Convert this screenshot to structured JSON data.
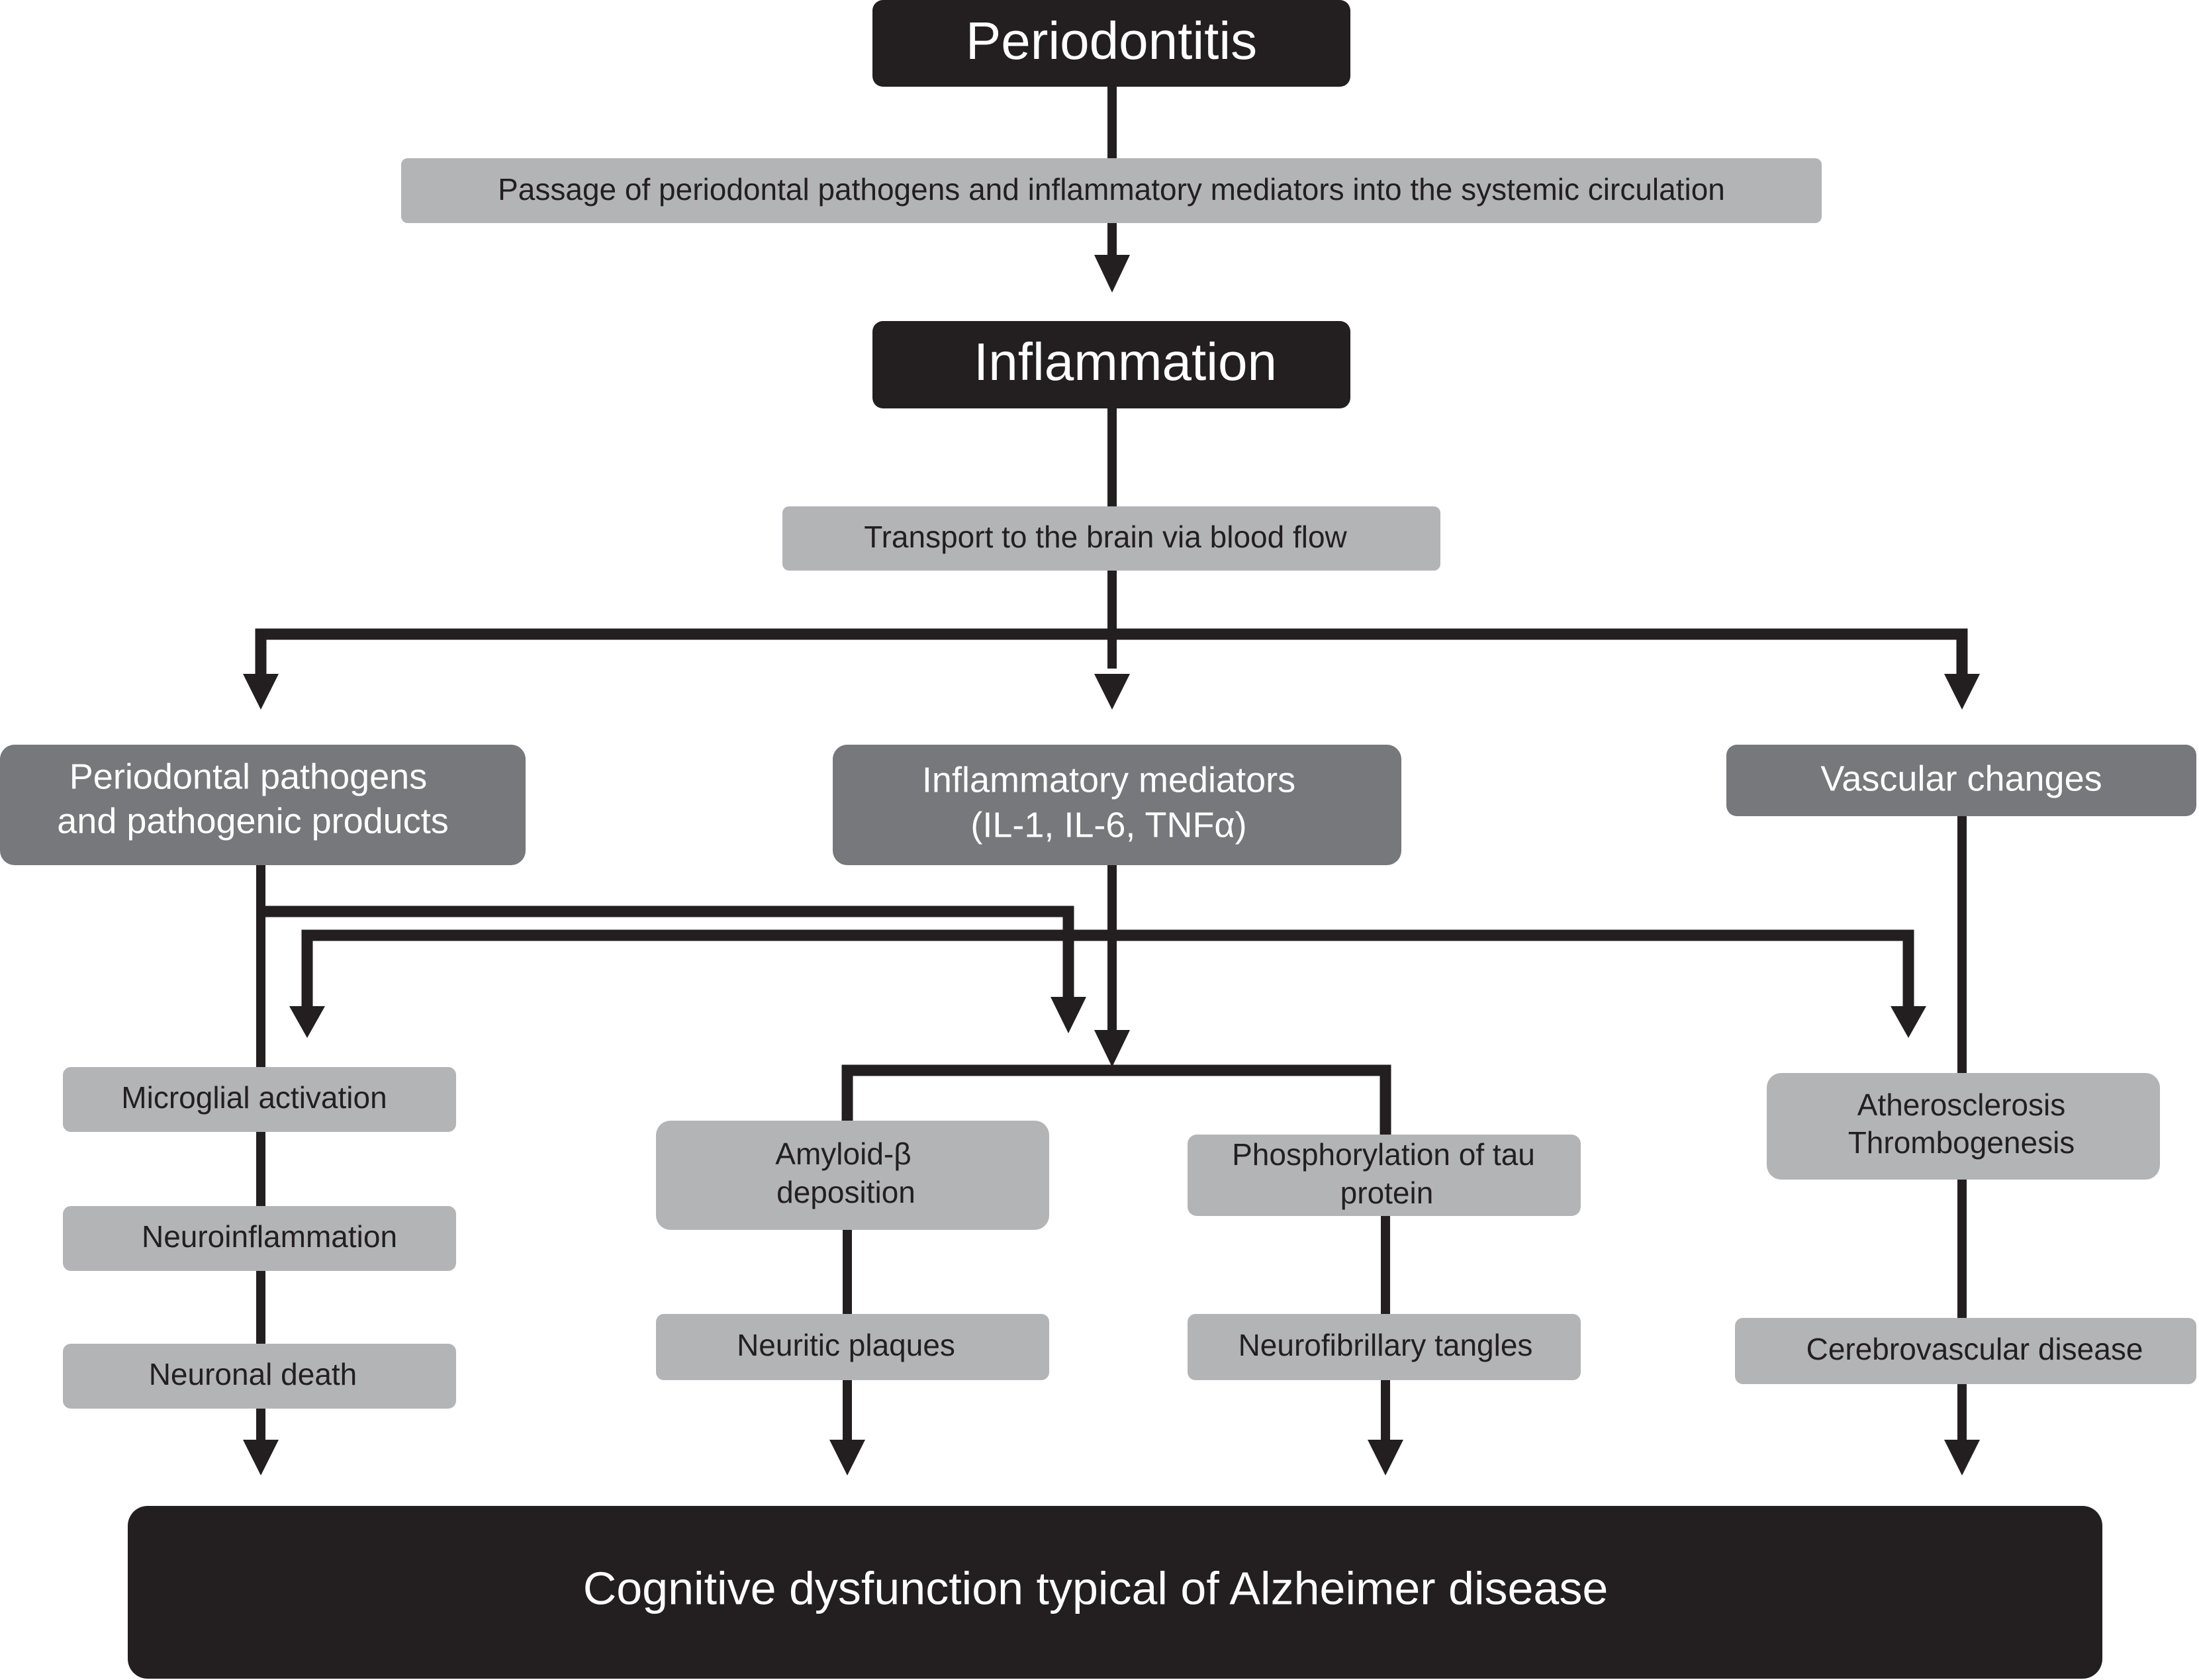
{
  "diagram": {
    "title": "Periodontitis to Alzheimer disease pathway",
    "colors": {
      "black_box": "#231f20",
      "dark_box": "#77787b",
      "light_box": "#b3b4b6",
      "arrow": "#231f20",
      "white_text": "#ffffff",
      "dark_text": "#231f20"
    },
    "nodes": {
      "periodontitis": "Periodontitis",
      "passage": "Passage of periodontal pathogens and inflammatory mediators into the systemic circulation",
      "inflammation": "Inflammation",
      "transport": "Transport to the brain via blood flow",
      "pathogens": {
        "line1": "Periodontal pathogens",
        "line2": "and pathogenic products"
      },
      "mediators": {
        "line1": "Inflammatory mediators",
        "line2": "(IL-1, IL-6, TNFα)"
      },
      "vascular": "Vascular changes",
      "microglial": "Microglial activation",
      "neuroinflammation": "Neuroinflammation",
      "neuronal_death": "Neuronal death",
      "amyloid": {
        "line1": "Amyloid-β",
        "line2": "deposition"
      },
      "neuritic": "Neuritic plaques",
      "tau": {
        "line1": "Phosphorylation of tau",
        "line2": "protein"
      },
      "tangles": "Neurofibrillary tangles",
      "athero": {
        "line1": "Atherosclerosis",
        "line2": "Thrombogenesis"
      },
      "cerebrovascular": "Cerebrovascular disease",
      "outcome": "Cognitive dysfunction typical of Alzheimer disease"
    },
    "edges": [
      {
        "from": "Periodontitis",
        "to": "Inflammation",
        "via": "Passage of periodontal pathogens and inflammatory mediators into the systemic circulation"
      },
      {
        "from": "Inflammation",
        "to": "Periodontal pathogens and pathogenic products",
        "via": "Transport to the brain via blood flow"
      },
      {
        "from": "Inflammation",
        "to": "Inflammatory mediators (IL-1, IL-6, TNFα)",
        "via": "Transport to the brain via blood flow"
      },
      {
        "from": "Inflammation",
        "to": "Vascular changes",
        "via": "Transport to the brain via blood flow"
      },
      {
        "from": "Periodontal pathogens and pathogenic products",
        "to": "Microglial activation"
      },
      {
        "from": "Periodontal pathogens and pathogenic products",
        "to": "Amyloid-β deposition / Phosphorylation of tau protein"
      },
      {
        "from": "Inflammatory mediators (IL-1, IL-6, TNFα)",
        "to": "Microglial activation"
      },
      {
        "from": "Inflammatory mediators (IL-1, IL-6, TNFα)",
        "to": "Amyloid-β deposition / Phosphorylation of tau protein"
      },
      {
        "from": "Inflammatory mediators (IL-1, IL-6, TNFα)",
        "to": "Atherosclerosis Thrombogenesis"
      },
      {
        "from": "Microglial activation",
        "to": "Neuroinflammation"
      },
      {
        "from": "Neuroinflammation",
        "to": "Neuronal death"
      },
      {
        "from": "Neuronal death",
        "to": "Cognitive dysfunction typical of Alzheimer disease"
      },
      {
        "from": "Amyloid-β deposition",
        "to": "Neuritic plaques"
      },
      {
        "from": "Neuritic plaques",
        "to": "Cognitive dysfunction typical of Alzheimer disease"
      },
      {
        "from": "Phosphorylation of tau protein",
        "to": "Neurofibrillary tangles"
      },
      {
        "from": "Neurofibrillary tangles",
        "to": "Cognitive dysfunction typical of Alzheimer disease"
      },
      {
        "from": "Vascular changes",
        "to": "Atherosclerosis Thrombogenesis"
      },
      {
        "from": "Atherosclerosis Thrombogenesis",
        "to": "Cerebrovascular disease"
      },
      {
        "from": "Cerebrovascular disease",
        "to": "Cognitive dysfunction typical of Alzheimer disease"
      }
    ]
  }
}
